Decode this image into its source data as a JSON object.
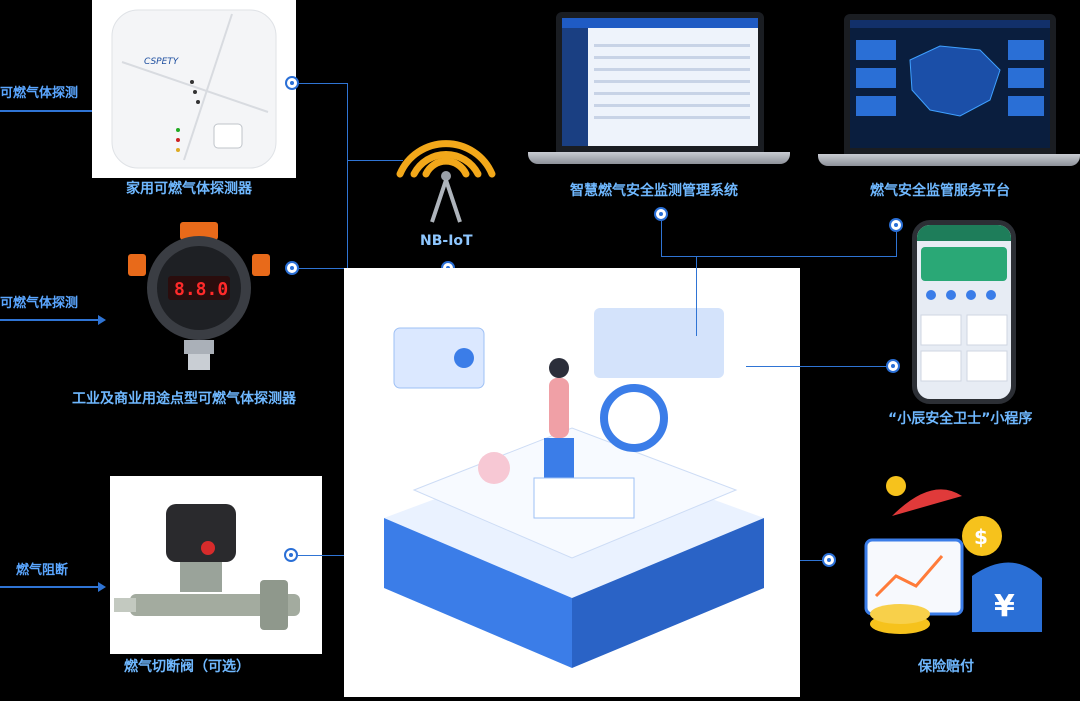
{
  "left_labels": {
    "combustible_gas_1": "可燃气体探测",
    "combustible_gas_2": "可燃气体探测",
    "gas_shutoff": "燃气阻断"
  },
  "devices": {
    "home_detector": "家用可燃气体探测器",
    "industrial_detector": "工业及商业用途点型可燃气体探测器",
    "shutoff_valve": "燃气切断阀（可选）"
  },
  "nbiot": {
    "label": "NB-IoT"
  },
  "platforms": {
    "monitoring_system": "智慧燃气安全监测管理系统",
    "supervision_platform": "燃气安全监管服务平台",
    "mini_program": "“小辰安全卫士”小程序",
    "insurance": "保险赔付"
  },
  "detector_display": {
    "reading": "8.8.0"
  },
  "colors": {
    "accent": "#2f74d4",
    "caption": "#6fb8ff",
    "background": "#000000"
  }
}
